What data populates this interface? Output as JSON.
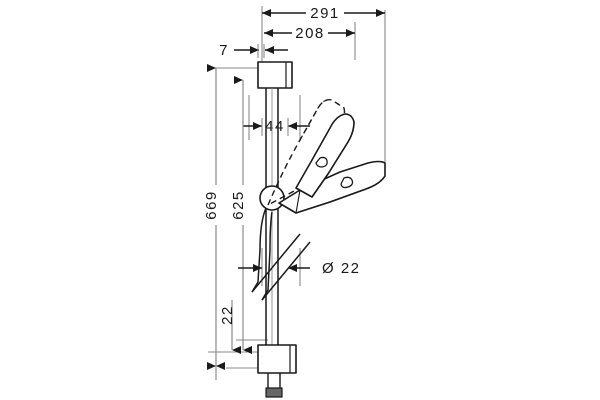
{
  "drawing": {
    "title": "Shower set dimensional drawing",
    "units": "mm",
    "line_color": "#7a7a7a",
    "outline_color": "#1a1a1a",
    "arrow_color": "#1a1a1a",
    "text_color": "#1a1a1a",
    "background": "#ffffff"
  },
  "dimensions": {
    "overall_width": "291",
    "bracket_to_head": "208",
    "wall_offset": "7",
    "bar_offset": "44",
    "overall_height": "669",
    "slider_travel": "625",
    "bottom_offset": "22",
    "hose_diameter": "Ø 22"
  },
  "labels": {
    "width_291": "291",
    "width_208": "208",
    "width_7": "7",
    "width_44": "44",
    "height_669": "669",
    "height_625": "625",
    "height_22": "22",
    "diameter_22": "Ø 22"
  },
  "parts": {
    "wall_line": "wall-reference-line",
    "top_bracket": "top-wall-bracket",
    "bottom_bracket": "bottom-wall-bracket",
    "slide_bar": "vertical-slide-bar",
    "slider_holder": "slider-holder",
    "handshower_solid": "handshower-lower-position",
    "handshower_phantom": "handshower-upper-position",
    "hose": "shower-hose",
    "hose_connector": "hose-connector-nut"
  }
}
